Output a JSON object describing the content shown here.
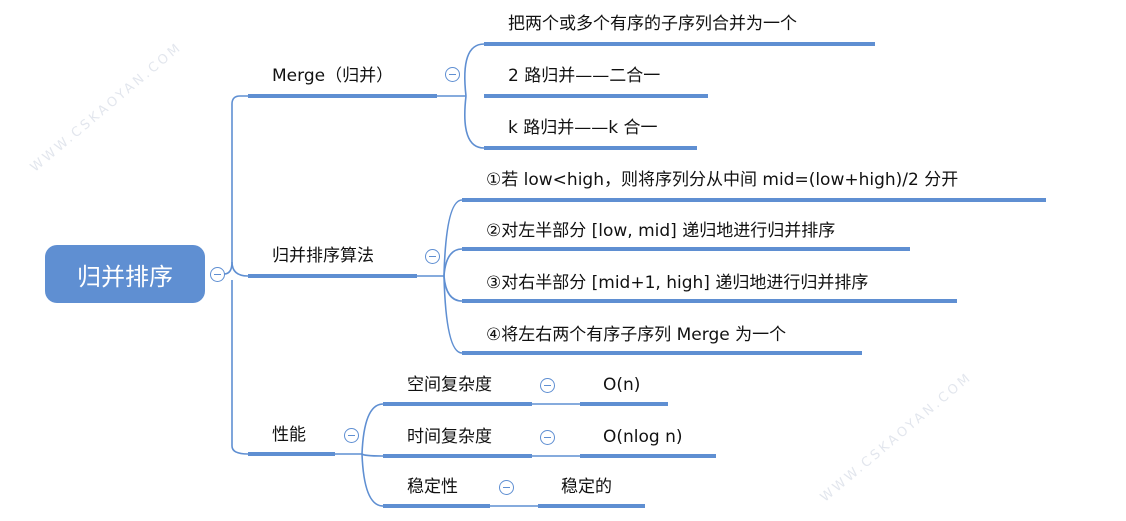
{
  "accent_color": "#5f8fd2",
  "root": {
    "label": "归并排序"
  },
  "branches": [
    {
      "label": "Merge（归并）",
      "children": [
        "把两个或多个有序的子序列合并为一个",
        "2 路归并——二合一",
        "k 路归并——k 合一"
      ]
    },
    {
      "label": "归并排序算法",
      "children": [
        "①若 low<high，则将序列分从中间 mid=(low+high)/2 分开",
        "②对左半部分 [low, mid] 递归地进行归并排序",
        "③对右半部分 [mid+1, high] 递归地进行归并排序",
        "④将左右两个有序子序列 Merge 为一个"
      ]
    },
    {
      "label": "性能",
      "children": [
        {
          "label": "空间复杂度",
          "value": "O(n)"
        },
        {
          "label": "时间复杂度",
          "value": "O(nlog n)"
        },
        {
          "label": "稳定性",
          "value": "稳定的"
        }
      ]
    }
  ],
  "watermark": "WWW.CSKAOYAN.COM"
}
